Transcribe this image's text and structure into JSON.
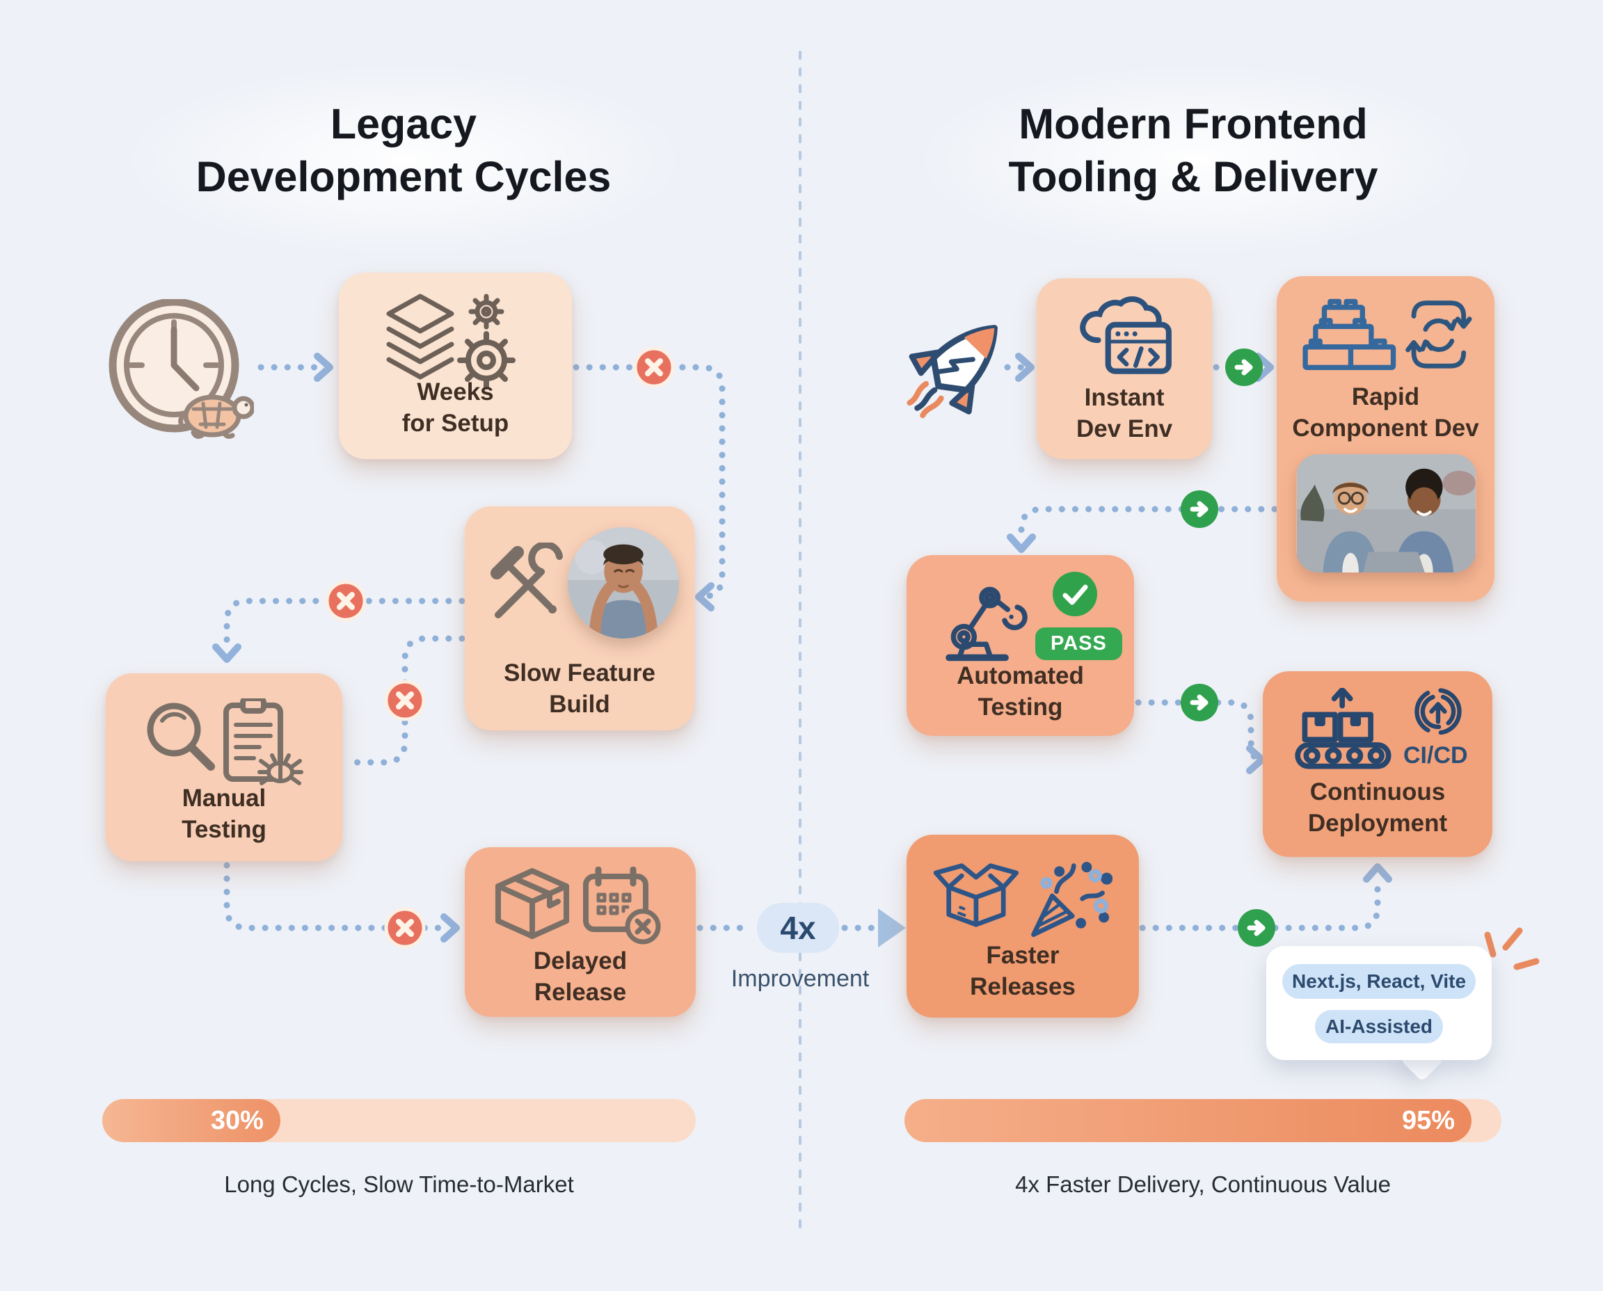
{
  "meta": {
    "type": "comparison-infographic"
  },
  "left": {
    "title_line1": "Legacy",
    "title_line2": "Development Cycles",
    "nodes": {
      "weeks_setup": {
        "line1": "Weeks",
        "line2": "for Setup"
      },
      "slow_build": {
        "line1": "Slow Feature",
        "line2": "Build"
      },
      "manual_testing": {
        "line1": "Manual",
        "line2": "Testing"
      },
      "delayed_release": {
        "line1": "Delayed",
        "line2": "Release"
      }
    },
    "progress": {
      "percent": 30,
      "label": "30%"
    },
    "caption": "Long Cycles, Slow Time-to-Market"
  },
  "center": {
    "multiplier": "4x",
    "label": "Improvement"
  },
  "right": {
    "title_line1": "Modern Frontend",
    "title_line2": "Tooling & Delivery",
    "nodes": {
      "instant_dev": {
        "line1": "Instant",
        "line2": "Dev Env"
      },
      "rapid_component": {
        "line1": "Rapid",
        "line2": "Component Dev"
      },
      "automated_testing": {
        "line1": "Automated",
        "line2": "Testing",
        "status_badge": "PASS"
      },
      "continuous_deployment": {
        "line1": "Continuous",
        "line2": "Deployment",
        "icon_label": "CI/CD"
      },
      "faster_releases": {
        "line1": "Faster",
        "line2": "Releases"
      }
    },
    "progress": {
      "percent": 95,
      "label": "95%"
    },
    "caption": "4x Faster Delivery, Continuous Value",
    "bubble": {
      "tag1": "Next.js, React, Vite",
      "tag2": "AI-Assisted"
    }
  },
  "icons": {
    "legacy_pace": "clock-turtle-icon",
    "weeks_setup": [
      "layers-icon",
      "gears-icon"
    ],
    "slow_build": [
      "hammer-wrench-icon",
      "stressed-developer-photo"
    ],
    "manual_testing": [
      "magnifier-icon",
      "clipboard-bug-icon"
    ],
    "delayed_release": [
      "package-icon",
      "calendar-x-icon"
    ],
    "modern_pace": "rocket-icon",
    "instant_dev": [
      "cloud-code-icon"
    ],
    "rapid_component": [
      "lego-bricks-icon",
      "cycle-arrows-icon",
      "pair-programming-photo"
    ],
    "automated_testing": [
      "robot-arm-icon",
      "check-circle-icon"
    ],
    "continuous_deployment": [
      "conveyor-icon",
      "cicd-rings-icon"
    ],
    "faster_releases": [
      "open-box-icon",
      "party-popper-icon"
    ],
    "fail_marker": "x-circle-icon",
    "ok_marker": "arrow-circle-icon"
  },
  "colors": {
    "background": "#eef1f7",
    "card_peach_light": "#fbe3d2",
    "card_peach_deep": "#f09b70",
    "dotted_line": "#8fb0d8",
    "fail_red": "#e8705f",
    "success_green": "#2fa04d",
    "navy_icon": "#2d4f79",
    "pill_blue": "#dbe7f6"
  }
}
